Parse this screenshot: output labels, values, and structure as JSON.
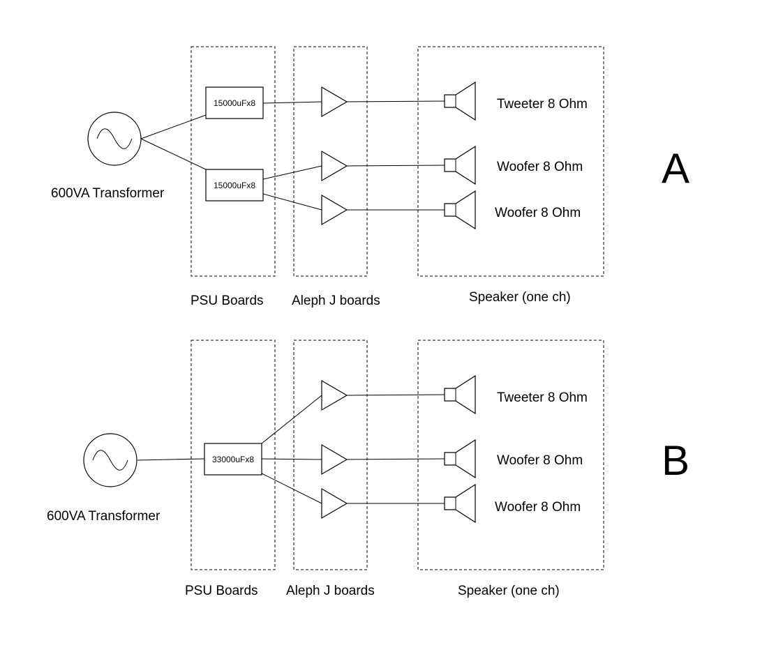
{
  "diagrams": [
    {
      "label": "A",
      "transformer_label": "600VA Transformer",
      "psu_boards": [
        "15000uFx8",
        "15000uFx8"
      ],
      "speakers": [
        "Tweeter 8 Ohm",
        "Woofer 8 Ohm",
        "Woofer 8 Ohm"
      ],
      "group_labels": {
        "psu": "PSU Boards",
        "aleph": "Aleph J boards",
        "speaker": "Speaker (one ch)"
      }
    },
    {
      "label": "B",
      "transformer_label": "600VA Transformer",
      "psu_boards": [
        "33000uFx8"
      ],
      "speakers": [
        "Tweeter 8 Ohm",
        "Woofer 8 Ohm",
        "Woofer 8 Ohm"
      ],
      "group_labels": {
        "psu": "PSU Boards",
        "aleph": "Aleph J boards",
        "speaker": "Speaker (one ch)"
      }
    }
  ]
}
